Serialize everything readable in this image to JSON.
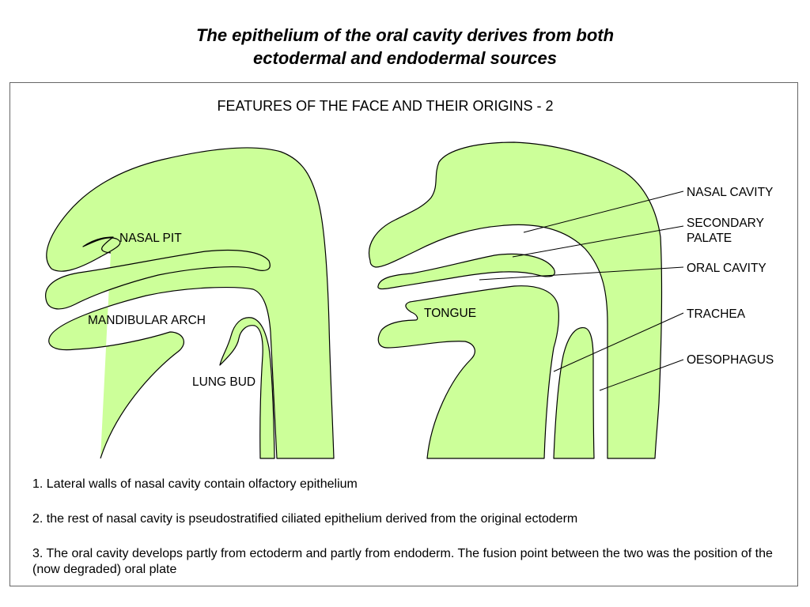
{
  "heading": {
    "line1": "The epithelium of the oral cavity derives from both",
    "line2": "ectodermal and endodermal sources"
  },
  "diagram": {
    "title": "FEATURES OF THE FACE AND THEIR ORIGINS - 2",
    "fill_color": "#ccff99",
    "left_labels": {
      "nasal_pit": "NASAL PIT",
      "mandibular_arch": "MANDIBULAR ARCH",
      "lung_bud": "LUNG BUD"
    },
    "right_labels": {
      "tongue": "TONGUE",
      "nasal_cavity": "NASAL CAVITY",
      "secondary_palate_line1": "SECONDARY",
      "secondary_palate_line2": "PALATE",
      "oral_cavity": "ORAL CAVITY",
      "trachea": "TRACHEA",
      "oesophagus": "OESOPHAGUS"
    }
  },
  "notes": [
    "1. Lateral walls of nasal cavity contain olfactory epithelium",
    "2. the rest of nasal cavity is pseudostratified ciliated epithelium derived from the original ectoderm",
    "3. The oral cavity develops partly from ectoderm and partly from endoderm. The fusion point between the two was the position of the (now degraded) oral plate"
  ]
}
